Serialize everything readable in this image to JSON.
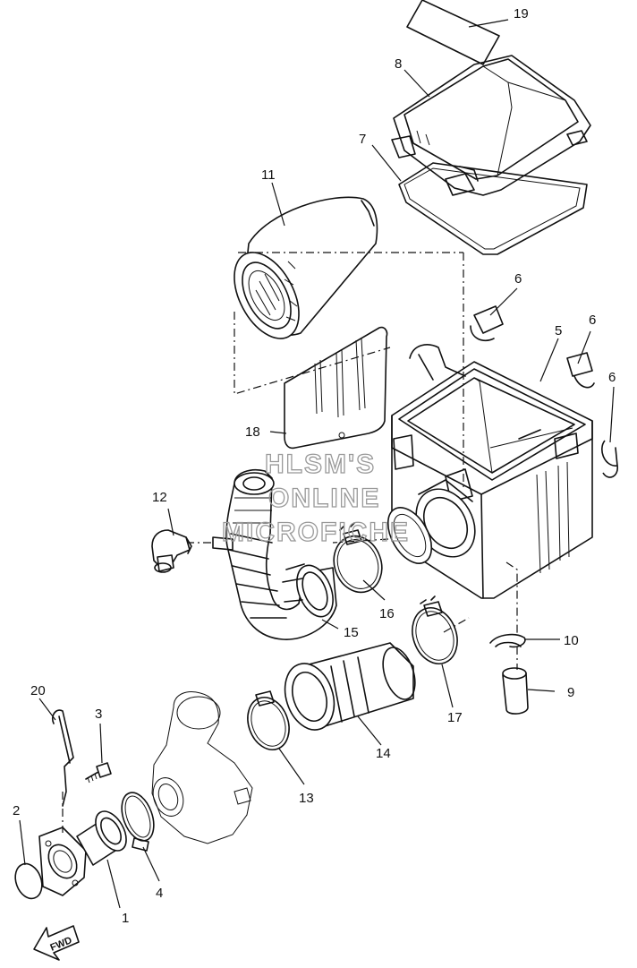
{
  "watermark": {
    "line1": "HLSM'S",
    "line2": "ONLINE",
    "line3": "MICROFICHE"
  },
  "direction_marker": {
    "label": "FWD"
  },
  "callouts": {
    "c1": "1",
    "c2": "2",
    "c3": "3",
    "c4": "4",
    "c5": "5",
    "c6a": "6",
    "c6b": "6",
    "c6c": "6",
    "c7": "7",
    "c8": "8",
    "c9": "9",
    "c10": "10",
    "c11": "11",
    "c12": "12",
    "c13": "13",
    "c14": "14",
    "c15": "15",
    "c16": "16",
    "c17": "17",
    "c18": "18",
    "c19": "19",
    "c20": "20"
  }
}
